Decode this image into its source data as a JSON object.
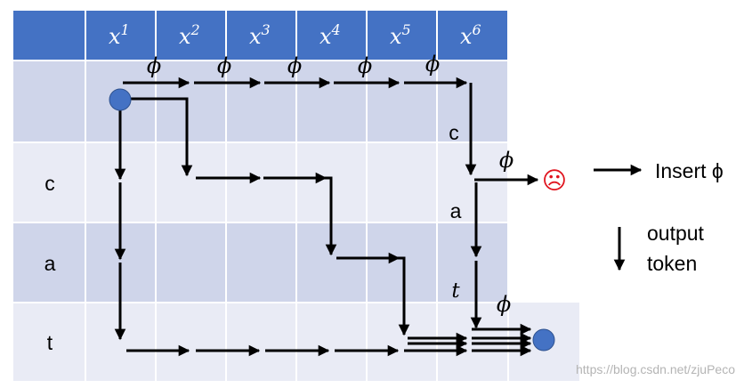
{
  "columns": [
    "x",
    "x",
    "x",
    "x",
    "x",
    "x"
  ],
  "superscripts": [
    "1",
    "2",
    "3",
    "4",
    "5",
    "6"
  ],
  "rows": [
    "c",
    "a",
    "t"
  ],
  "phi": "ϕ",
  "path_labels": {
    "c": "c",
    "a": "a",
    "t": "t"
  },
  "sad_face": "☹",
  "legend": {
    "insert_label": "Insert ϕ",
    "output_label_line1": "output",
    "output_label_line2": "token"
  },
  "watermark": "https://blog.csdn.net/zjuPeco",
  "colors": {
    "header": "#4472c4",
    "row_dark": "#cfd5ea",
    "row_light": "#e9ebf5",
    "arrow": "#000000",
    "node": "#4472c4",
    "sad": "#e0141e"
  }
}
